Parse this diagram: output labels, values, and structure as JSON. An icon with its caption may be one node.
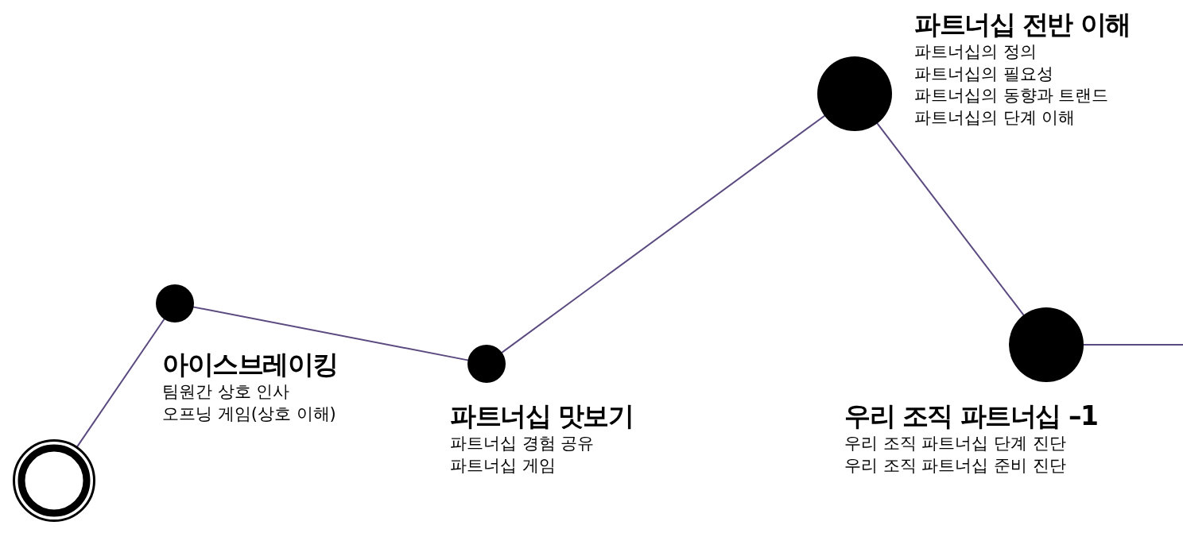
{
  "diagram": {
    "nodes": [
      {
        "text": [],
        "shape": "circle"
      },
      {
        "text": [],
        "shape": "circle",
        "beside": [
          "아이스브레이킹",
          "팀원간 상호 인사",
          "오프닝 게임(상호 이해)"
        ]
      },
      {
        "text": [],
        "shape": "circle",
        "beside": [
          "파트너십 맛보기",
          "파트너십 경험 공유",
          "파트너십 게임"
        ]
      },
      {
        "text": [],
        "shape": "circle",
        "beside": [
          "파트너십 전반 이해",
          "파트너십의 정의",
          "파트너십의 필요성",
          "파트너십의 동향과 트랜드",
          "파트너십의 단계 이해"
        ]
      },
      {
        "text": [],
        "shape": "circle",
        "beside": [
          "우리 조직 파트너십 –1",
          "우리 조직 파트너십 단계 진단",
          "우리 조직 파트너십 준비 진단"
        ]
      }
    ],
    "edges": [
      {
        "from": 0,
        "to": 1,
        "arrow": "none"
      },
      {
        "from": 1,
        "to": 2,
        "arrow": "none"
      },
      {
        "from": 2,
        "to": 3,
        "arrow": "none"
      },
      {
        "from": 3,
        "to": 4,
        "arrow": "none"
      },
      {
        "from": 4,
        "to": null,
        "arrow": "none"
      }
    ]
  }
}
